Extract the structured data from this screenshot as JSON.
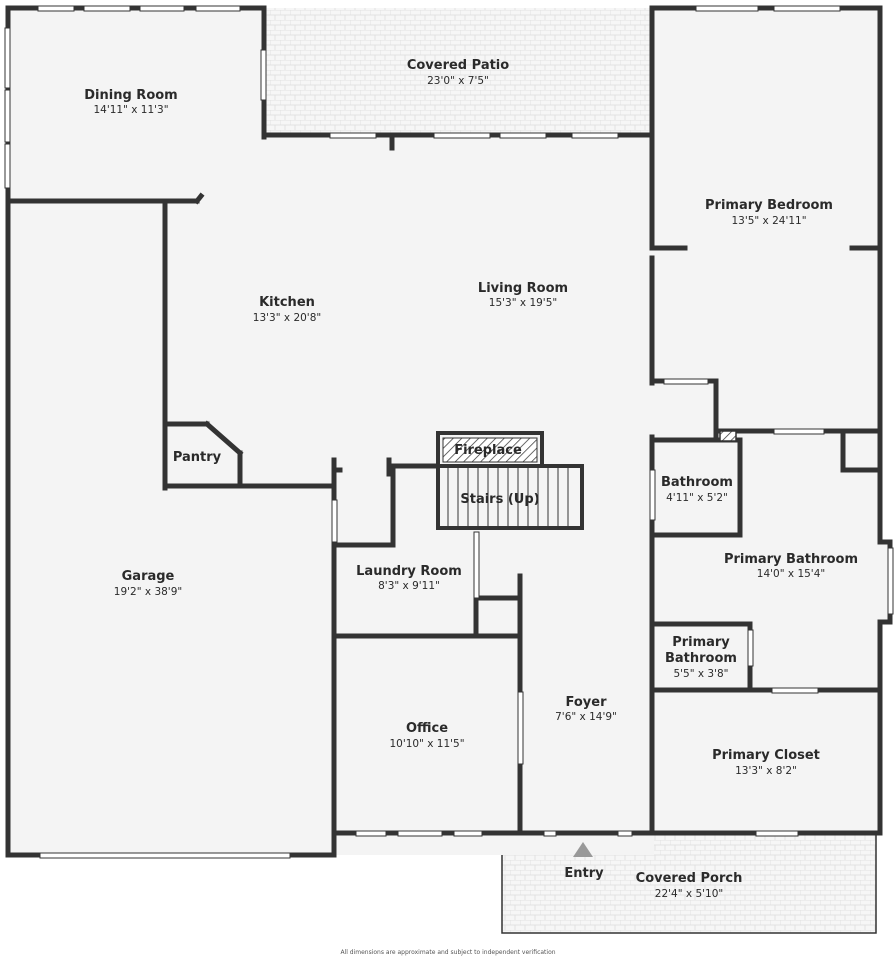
{
  "rooms": {
    "covered_patio": {
      "name": "Covered Patio",
      "dims": "23'0\" x 7'5\""
    },
    "dining_room": {
      "name": "Dining Room",
      "dims": "14'11\" x 11'3\""
    },
    "primary_bedroom": {
      "name": "Primary Bedroom",
      "dims": "13'5\" x 24'11\""
    },
    "kitchen": {
      "name": "Kitchen",
      "dims": "13'3\" x 20'8\""
    },
    "living_room": {
      "name": "Living Room",
      "dims": "15'3\" x 19'5\""
    },
    "pantry": {
      "name": "Pantry"
    },
    "fireplace": {
      "name": "Fireplace"
    },
    "stairs": {
      "name": "Stairs (Up)"
    },
    "bathroom": {
      "name": "Bathroom",
      "dims": "4'11\" x 5'2\""
    },
    "garage": {
      "name": "Garage",
      "dims": "19'2\" x 38'9\""
    },
    "laundry_room": {
      "name": "Laundry Room",
      "dims": "8'3\" x 9'11\""
    },
    "primary_bathroom": {
      "name": "Primary Bathroom",
      "dims": "14'0\" x 15'4\""
    },
    "primary_bathroom_2": {
      "name_line1": "Primary",
      "name_line2": "Bathroom",
      "dims": "5'5\" x 3'8\""
    },
    "foyer": {
      "name": "Foyer",
      "dims": "7'6\" x 14'9\""
    },
    "office": {
      "name": "Office",
      "dims": "10'10\" x 11'5\""
    },
    "primary_closet": {
      "name": "Primary Closet",
      "dims": "13'3\" x 8'2\""
    },
    "entry": {
      "name": "Entry"
    },
    "covered_porch": {
      "name": "Covered Porch",
      "dims": "22'4\" x 5'10\""
    }
  },
  "disclaimer": "All dimensions are approximate and subject to independent verification",
  "colors": {
    "wall": "#333333",
    "floor": "#f4f4f4",
    "window": "#ffffff",
    "paver_line": "#dadada",
    "arrow": "#999999"
  }
}
